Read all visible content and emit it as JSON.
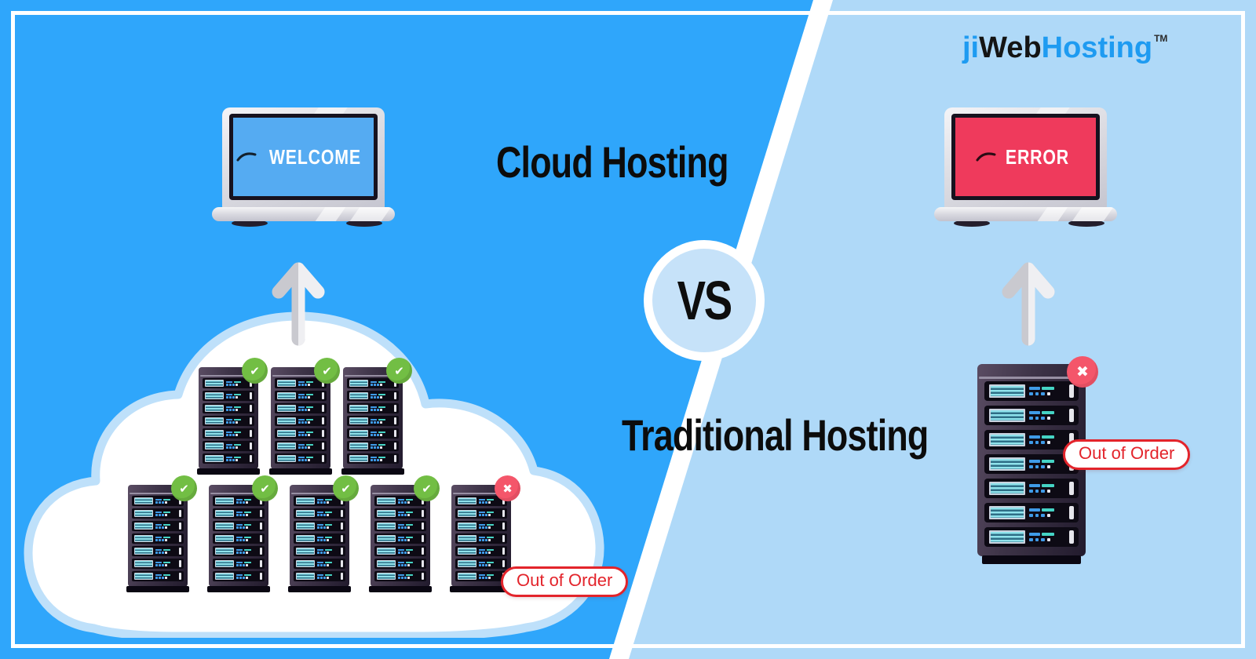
{
  "brand": {
    "prefix": "ji",
    "mid": "Web",
    "suffix": "Hosting",
    "trademark": "TM"
  },
  "center": {
    "vs_label": "VS"
  },
  "left_panel": {
    "heading": "Cloud Hosting",
    "laptop_screen_text": "WELCOME",
    "out_of_order_label": "Out of Order",
    "cloud_racks_top": [
      "ok",
      "ok",
      "ok"
    ],
    "cloud_racks_bottom": [
      "ok",
      "ok",
      "ok",
      "ok",
      "fail"
    ]
  },
  "right_panel": {
    "heading": "Traditional Hosting",
    "laptop_screen_text": "ERROR",
    "out_of_order_label": "Out of Order",
    "rack_status": "fail"
  },
  "colors": {
    "left_background": "#2FA6FB",
    "right_background": "#AFD9F8",
    "divider": "#FFFFFF",
    "screen_ok": "#55ABF2",
    "screen_error": "#EF3A5C",
    "status_ok_green": "#72BE44",
    "status_fail_red": "#F4566A",
    "alert_red": "#E3242B",
    "logo_blue": "#1E9BF1",
    "heading_black": "#0C0C0C"
  }
}
